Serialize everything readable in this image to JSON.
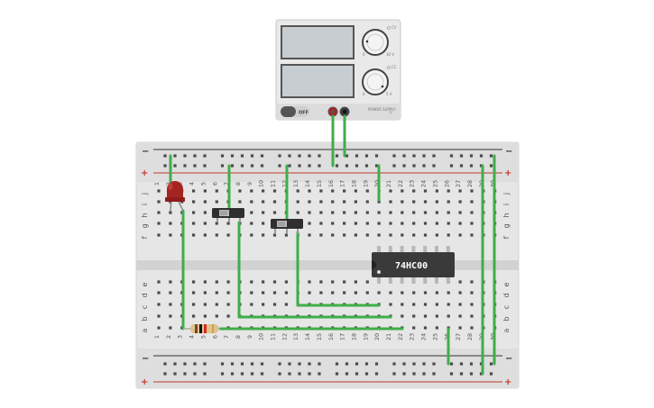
{
  "breadboard": {
    "columns": [
      "1",
      "2",
      "3",
      "4",
      "5",
      "6",
      "7",
      "8",
      "9",
      "10",
      "11",
      "12",
      "13",
      "14",
      "15",
      "16",
      "17",
      "18",
      "19",
      "20",
      "21",
      "22",
      "23",
      "24",
      "25",
      "26",
      "27",
      "28",
      "29",
      "30"
    ],
    "upper_rows": [
      "j",
      "i",
      "h",
      "g",
      "f"
    ],
    "lower_rows": [
      "e",
      "d",
      "c",
      "b",
      "a"
    ],
    "rail_minus": "−",
    "rail_plus": "+"
  },
  "chip": {
    "label": "74HC00"
  },
  "power_supply": {
    "knob_top_labels": [
      "0",
      "30 V"
    ],
    "knob_bottom_labels": [
      "0",
      "5 A"
    ],
    "cc_top": "CV",
    "cc_bottom": "CC",
    "switch_label": "OFF",
    "brand": "POWER SUPPLY"
  },
  "colors": {
    "wire": "#3fae49",
    "board": "#e6e6e6",
    "rail_red": "#c0392b",
    "chip_body": "#3a3a3a",
    "led": "#a52422"
  }
}
